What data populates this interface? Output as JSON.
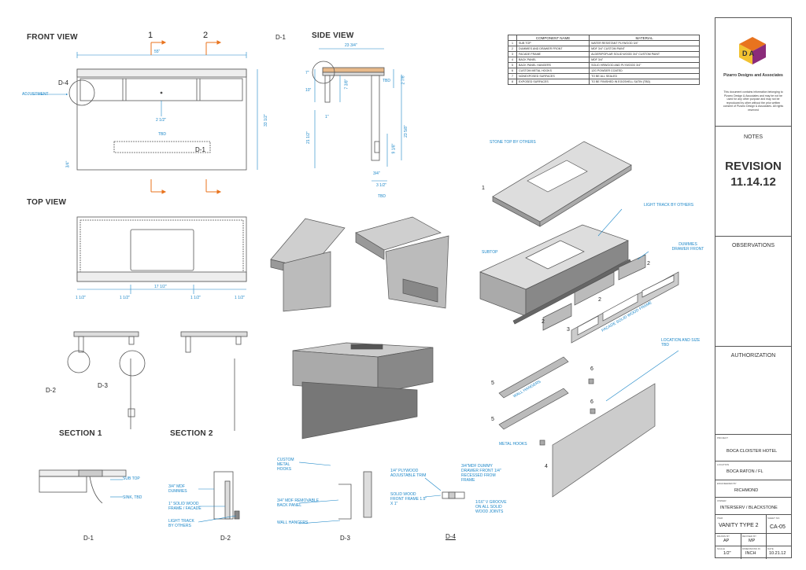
{
  "views": {
    "front": "FRONT VIEW",
    "side": "SIDE VIEW",
    "top": "TOP VIEW",
    "section1": "SECTION 1",
    "section2": "SECTION 2"
  },
  "section_markers": {
    "one": "1",
    "two": "2"
  },
  "details": {
    "d1": "D-1",
    "d2": "D-2",
    "d3": "D-3",
    "d4": "D-4"
  },
  "front_dims": {
    "width": "55\"",
    "height": "33 1/2\"",
    "drawer": "2 1/2\"",
    "tbd": "TBD",
    "side_bottom": "3/4\"",
    "adjustment": "ADJUSTMENT"
  },
  "side_dims": {
    "depth": "23 3/4\"",
    "d7": "7\"",
    "d10": "10\"",
    "d7_3_8": "7 3/8\"",
    "d1": "1\"",
    "d21_1_2": "21 1/2\"",
    "tbd1": "TBD",
    "d2_7_8": "2 7/8\"",
    "d23_5_8": "23 5/8\"",
    "d9_1_8": "9 1/8\"",
    "d3_4": "3/4\"",
    "d3_1_2": "3 1/2\"",
    "tbd2": "TBD"
  },
  "top_dims": {
    "a": "1 1/2\"",
    "b": "1 1/2\"",
    "c": "17 1/2\"",
    "d": "1 1/2\"",
    "e": "1 1/2\""
  },
  "components_table": {
    "headers": [
      "COMPONENT NAME",
      "MATERIAL"
    ],
    "rows": [
      {
        "n": "1",
        "name": "SUB TOP",
        "material": "WATER RESISTANT PLYWOOD 3/4\""
      },
      {
        "n": "2",
        "name": "DUMMIES AND DRAWER FRONT",
        "material": "MDF 3/4\" CUSTOM PAINT"
      },
      {
        "n": "3",
        "name": "FACADE FRAME",
        "material": "ALDER/POPLAR SOLID WOOD 3/4\" CUSTOM PAINT"
      },
      {
        "n": "4",
        "name": "BACK PANEL",
        "material": "MDF 3/4\""
      },
      {
        "n": "5",
        "name": "BACK PANEL HANGERS",
        "material": "SOLID HRWOOD AND PLYWOOD 3/4\""
      },
      {
        "n": "6",
        "name": "CUSTOM METAL HOOKS",
        "material": "12G POWDER COATED"
      },
      {
        "n": "7",
        "name": "NONEXPOSED SURFACES",
        "material": "TO BE ALL SEALED"
      },
      {
        "n": "8",
        "name": "EXPOSED SURFACES",
        "material": "TO BE FINISHED IN EGGSHELL SATIN (TBD)"
      }
    ]
  },
  "exploded": {
    "stone_top": "STONE TOP BY OTHERS",
    "light_track": "LIGHT TRACK BY OTHERS",
    "subtop": "SUBTOP",
    "dummies": "DUMMIES DRAWER FRONT",
    "facade": "FACADE SOLID WOOD FRAME",
    "location": "LOCATION AND SIZE TBD",
    "wall_hangers": "WALL HANGERS",
    "metal_hooks": "METAL HOOKS",
    "n1": "1",
    "n2a": "2",
    "n2b": "2",
    "n2c": "2",
    "n3": "3",
    "n4": "4",
    "n5a": "5",
    "n5b": "5",
    "n6a": "6",
    "n6b": "6"
  },
  "detail_notes": {
    "sub_top": "SUB TOP",
    "sink": "SINK, TBD",
    "mdf_dummies": "3/4\" MDF DUMMIES",
    "solid_frame": "1\" SOLID WOOD FRAME / FACADE",
    "light_track": "LIGHT TRACK BY OTHERS",
    "custom_hooks": "CUSTOM METAL HOOKS",
    "removable_panel": "3/4\" MDF REMOVABLE BACK PANEL",
    "wall_hangers": "WALL HANGERS",
    "plywood_trim": "1/4\" PLYWOOD ADJUSTABLE TRIM",
    "solid_front": "SOLID WOOD FRONT FRAME 1.5\" X 1\"",
    "mdf_dummy": "3/4\"MDF DUMMY DRAWER FRONT 1/4\" RECESSED FROM FRAME",
    "v_groove": "1/16\" V GROOVE ON ALL SOLID WOOD JOINTS"
  },
  "title_block": {
    "logo_letters": "D A",
    "company": "Pizarro Designs and Associates",
    "disclaimer": "This document contains information belonging to Pizarro Design & Associates and may be not be used for any other purpose and may not be reproduced by other without the prior written consent of Pizarro Design & Associates. All rights reserved",
    "notes": "NOTES",
    "revision_label": "REVISION",
    "revision_date": "11.14.12",
    "observations": "OBSERVATIONS",
    "authorization": "AUTHORIZATION",
    "project_label": "PROJECT",
    "project": "BOCA CLOISTER HOTEL",
    "location_label": "LOCATION",
    "location": "BOCA RATON / FL",
    "engineered_label": "ENGINEERED BY",
    "engineered": "RICHMOND",
    "owner_label": "OWNER",
    "owner": "INTERSERV / BLACKSTONE",
    "item_label": "ITEM",
    "item": "VANITY TYPE 2",
    "sheet_label": "SHEET NO.",
    "sheet": "CA-05",
    "drawn_label": "DRAWN BY",
    "drawn": "AP",
    "checked_label": "REVISED BY",
    "checked": "MP",
    "scale_label": "SCALE",
    "scale": "1/2\"",
    "units_label": "DIMENSIONS IN",
    "units": "INCH",
    "date_label": "DATE",
    "date": "10.21.12"
  },
  "colors": {
    "accent": "#e8731e",
    "dimension": "#1a86c8",
    "line": "#555555"
  }
}
